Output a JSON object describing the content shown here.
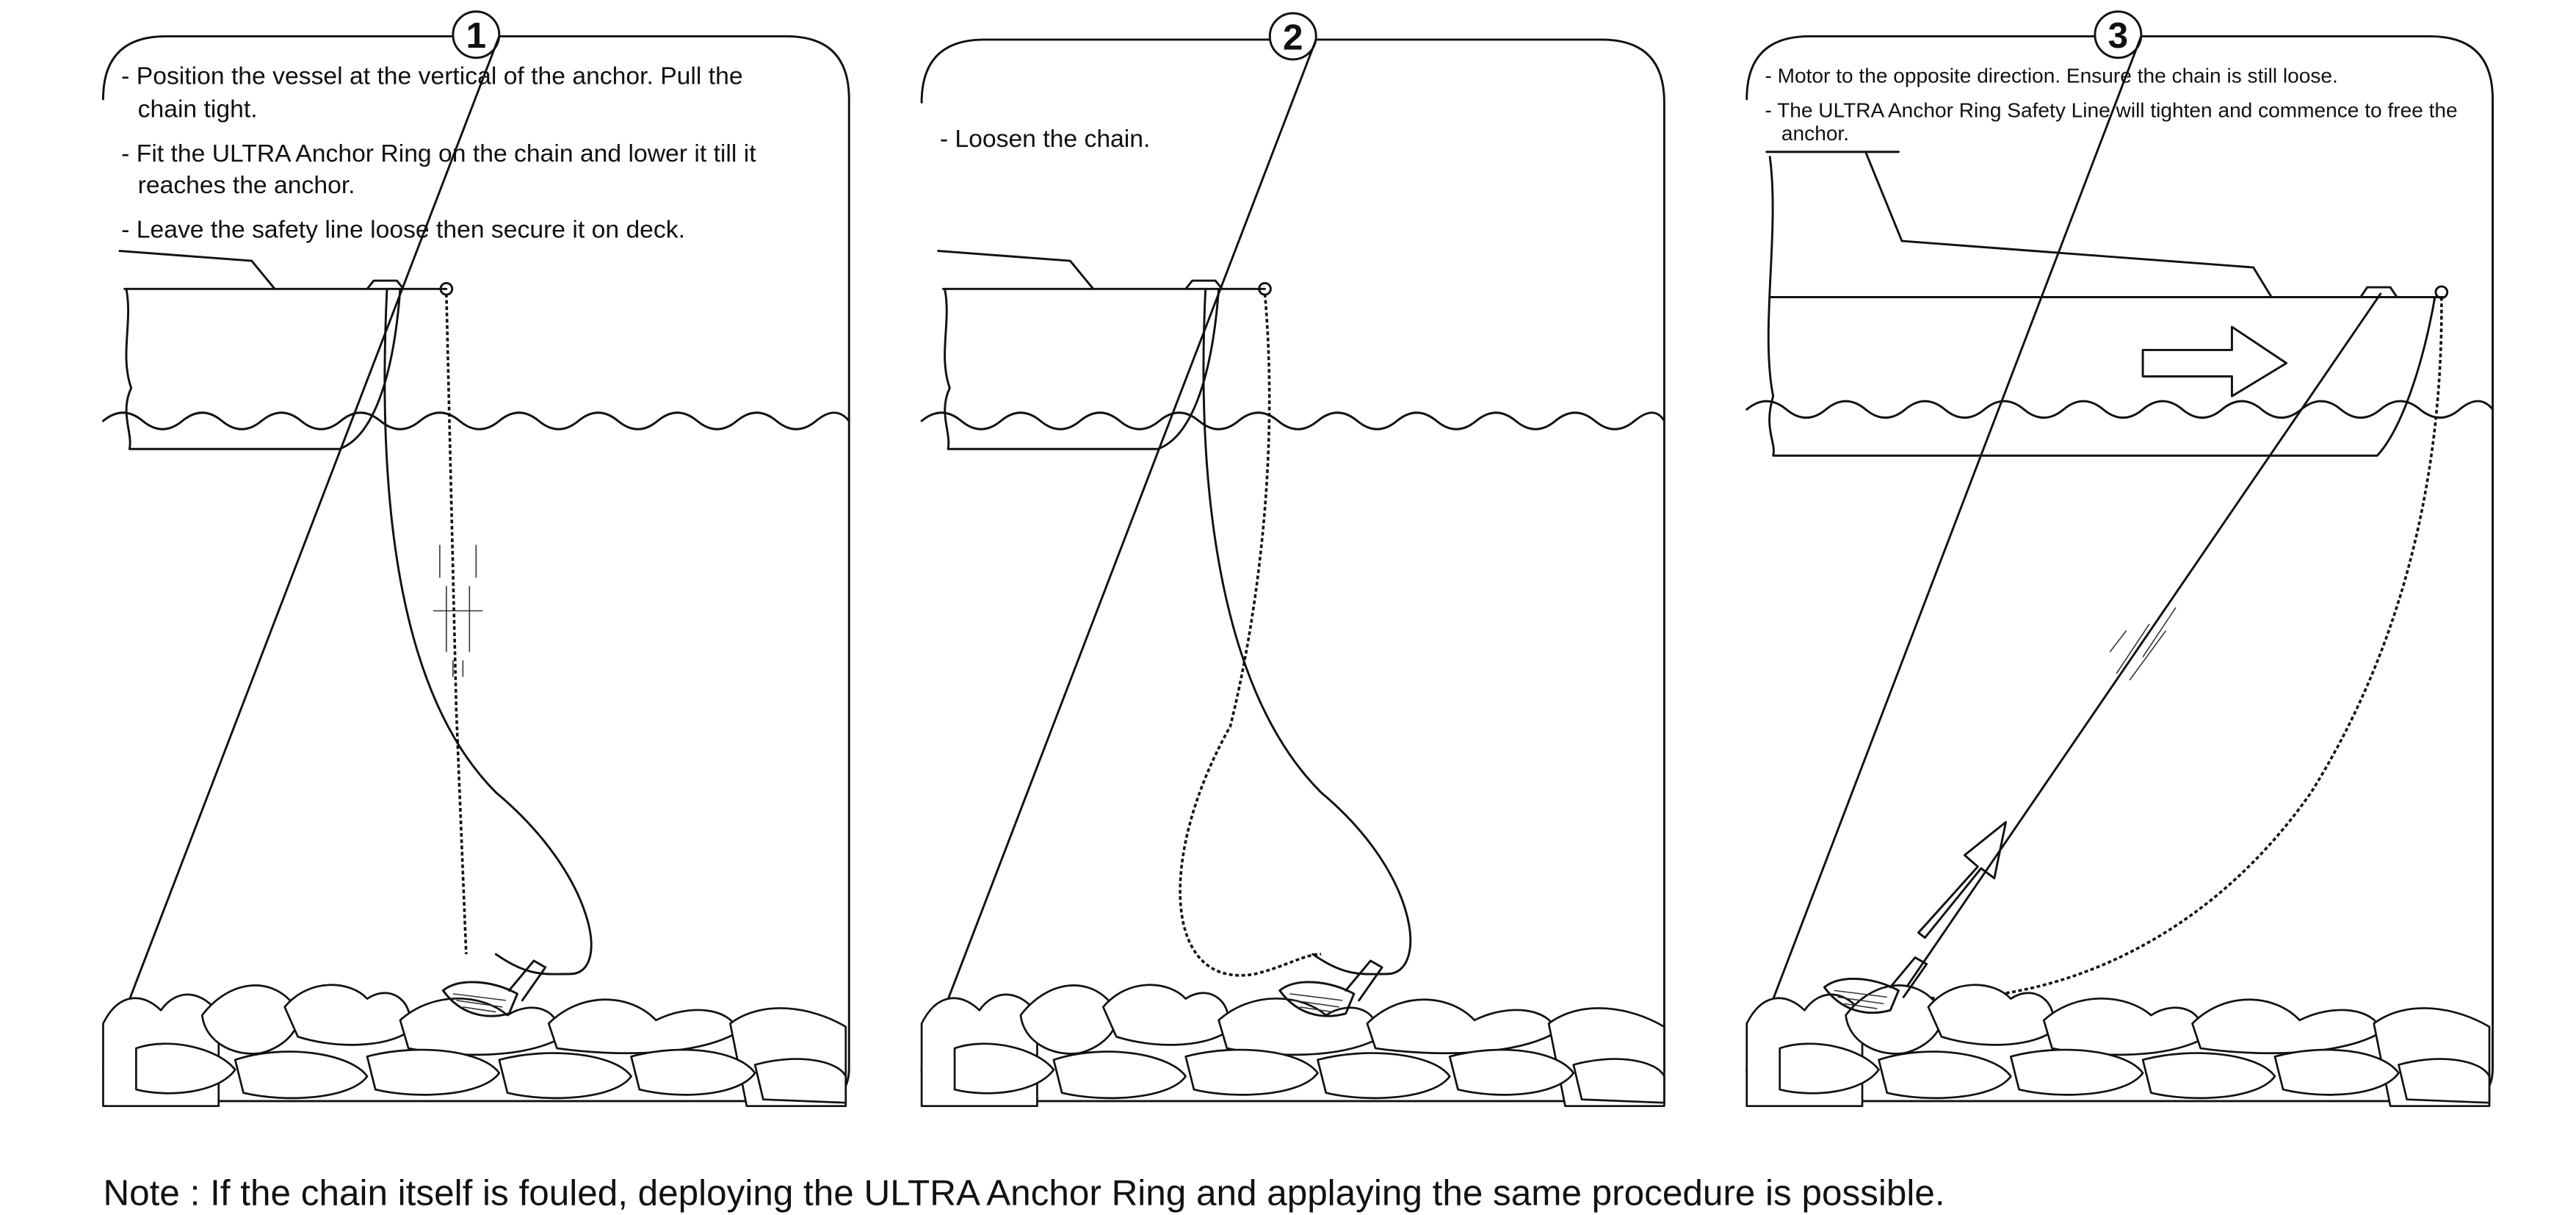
{
  "steps": [
    {
      "number": "1",
      "instructions": [
        [
          "- Position the vessel at the vertical of the anchor. Pull the",
          "chain tight."
        ],
        [
          "- Fit the ULTRA Anchor Ring on the chain and lower it till it",
          "reaches the anchor."
        ],
        [
          "- Leave the safety line loose then secure it on deck."
        ]
      ]
    },
    {
      "number": "2",
      "instructions": [
        [
          "- Loosen the chain."
        ]
      ]
    },
    {
      "number": "3",
      "instructions": [
        [
          "- Motor to the opposite direction. Ensure the chain is still loose."
        ],
        [
          "- The ULTRA Anchor Ring Safety Line will tighten and commence to free the",
          "anchor."
        ]
      ]
    }
  ],
  "note": "Note : If the chain itself is fouled, deploying the ULTRA Anchor Ring and applaying the same procedure is possible."
}
